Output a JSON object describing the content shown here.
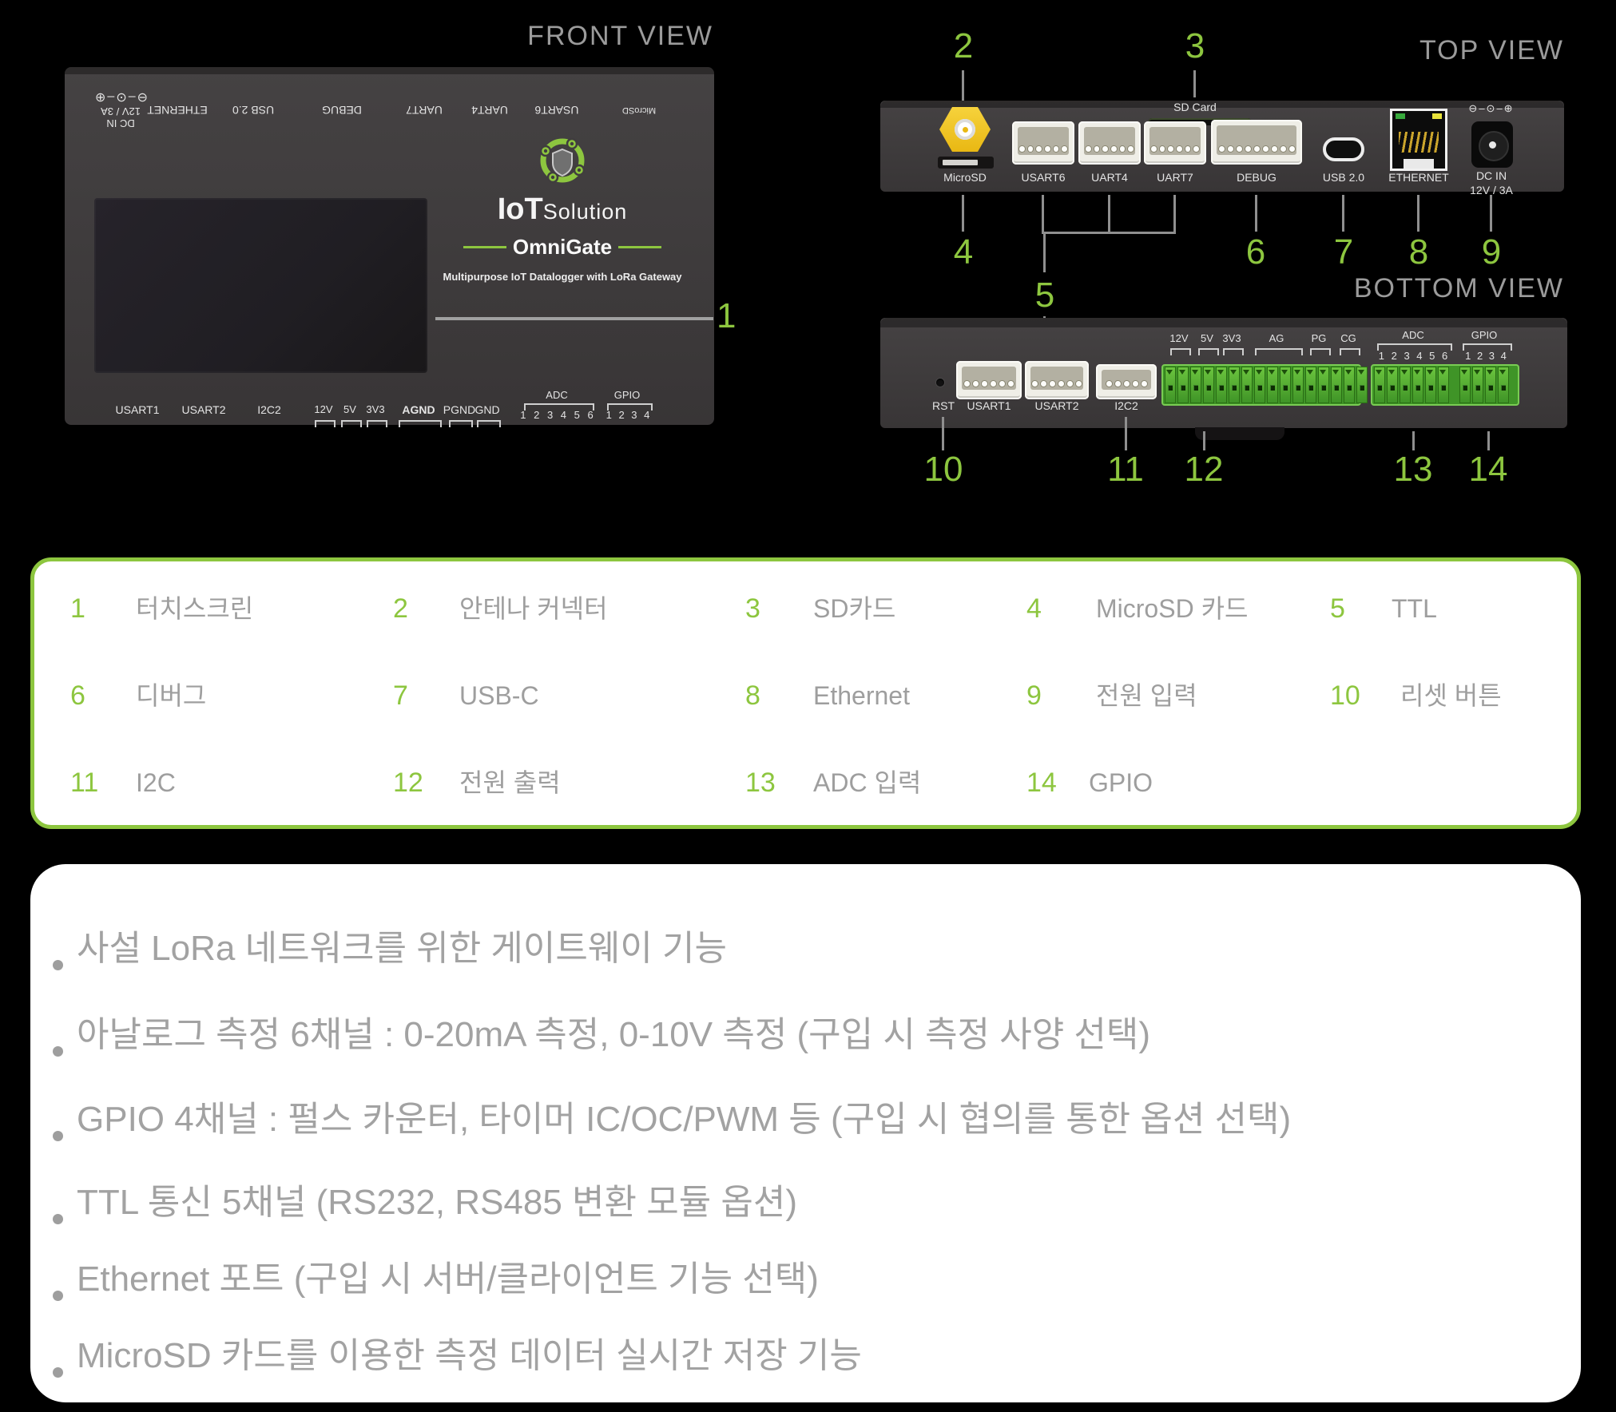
{
  "colors": {
    "accent": "#8dc63f",
    "title_gray": "#9b9b9b",
    "body_text_gray": "#a2a2a2",
    "device_gray": "#403d3e",
    "antenna_yellow": "#f2c318"
  },
  "front": {
    "title": "FRONT VIEW",
    "callout_num": "1",
    "rear": {
      "dc_top": "DC IN",
      "dc_bottom": "12V / 3A",
      "dc_symbols": "⊖–⊙–⊕",
      "p0": "ETHERNET",
      "p1": "USB 2.0",
      "p2": "DEBUG",
      "p3": "UART7",
      "p4": "UART4",
      "p5": "USART6",
      "p6": "MicroSD"
    },
    "brand": {
      "bold": "IoT",
      "light": "Solution",
      "product": "OmniGate",
      "tagline": "Multipurpose IoT Datalogger with LoRa Gateway"
    },
    "bottom": {
      "c0": "USART1",
      "c1": "USART2",
      "c2": "I2C2",
      "v0": "12V",
      "v1": "5V",
      "v2": "3V3",
      "g0": "AGND",
      "g1": "PGND",
      "g2": "GND",
      "adc": "ADC",
      "adc_pins": "1 2 3 4 5 6",
      "gpio": "GPIO",
      "gpio_pins": "1 2 3 4"
    }
  },
  "top": {
    "title": "TOP VIEW",
    "n2": "2",
    "n3": "3",
    "n4": "4",
    "n5": "5",
    "n6": "6",
    "n7": "7",
    "n8": "8",
    "n9": "9",
    "microsd": "MicroSD",
    "sdcard": "SD Card",
    "usart6": "USART6",
    "uart4": "UART4",
    "uart7": "UART7",
    "debug": "DEBUG",
    "usb": "USB 2.0",
    "ethernet": "ETHERNET",
    "dc_line1": "DC IN",
    "dc_line2": "12V / 3A",
    "dc_symbols": "⊖–⊙–⊕"
  },
  "bottom": {
    "title": "BOTTOM VIEW",
    "n10": "10",
    "n11": "11",
    "n12": "12",
    "n13": "13",
    "n14": "14",
    "rst": "RST",
    "usart1": "USART1",
    "usart2": "USART2",
    "i2c2": "I2C2",
    "v0": "12V",
    "v1": "5V",
    "v2": "3V3",
    "v3": "AG",
    "v4": "PG",
    "v5": "CG",
    "adc": "ADC",
    "adc_pins": "1 2 3 4 5 6",
    "gpio": "GPIO",
    "gpio_pins": "1 2 3 4"
  },
  "legend": {
    "items": [
      {
        "num": "1",
        "label": "터치스크린"
      },
      {
        "num": "2",
        "label": "안테나 커넥터"
      },
      {
        "num": "3",
        "label": "SD카드"
      },
      {
        "num": "4",
        "label": "MicroSD 카드"
      },
      {
        "num": "5",
        "label": "TTL"
      },
      {
        "num": "6",
        "label": "디버그"
      },
      {
        "num": "7",
        "label": "USB-C"
      },
      {
        "num": "8",
        "label": "Ethernet"
      },
      {
        "num": "9",
        "label": "전원 입력"
      },
      {
        "num": "10",
        "label": "리셋 버튼"
      },
      {
        "num": "11",
        "label": "I2C"
      },
      {
        "num": "12",
        "label": "전원 출력"
      },
      {
        "num": "13",
        "label": "ADC 입력"
      },
      {
        "num": "14",
        "label": "GPIO"
      }
    ]
  },
  "features": {
    "items": [
      "사설 LoRa 네트워크를 위한 게이트웨이 기능",
      "아날로그 측정 6채널 : 0-20mA 측정, 0-10V 측정 (구입 시 측정 사양 선택)",
      "GPIO 4채널 : 펄스 카운터, 타이머 IC/OC/PWM 등 (구입 시 협의를 통한 옵션 선택)",
      "TTL 통신 5채널 (RS232, RS485 변환 모듈 옵션)",
      "Ethernet 포트 (구입 시 서버/클라이언트 기능 선택)",
      "MicroSD 카드를 이용한 측정 데이터 실시간 저장 기능"
    ]
  }
}
